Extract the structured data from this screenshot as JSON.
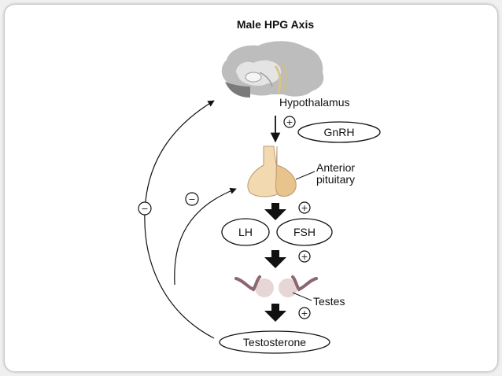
{
  "diagram": {
    "title": "Male HPG Axis",
    "nodes": {
      "hypothalamus": "Hypothalamus",
      "gnrh": "GnRH",
      "anterior_pituitary_line1": "Anterior",
      "anterior_pituitary_line2": "pituitary",
      "lh": "LH",
      "fsh": "FSH",
      "testes": "Testes",
      "testosterone": "Testosterone"
    },
    "signs": {
      "plus": "+",
      "minus": "−"
    },
    "colors": {
      "brain_gray": "#b8b8b8",
      "pituitary_fill": "#f2d9b0",
      "testes_fill": "#e6d6d6",
      "testes_tube": "#8c6670",
      "ink": "#111111"
    }
  }
}
